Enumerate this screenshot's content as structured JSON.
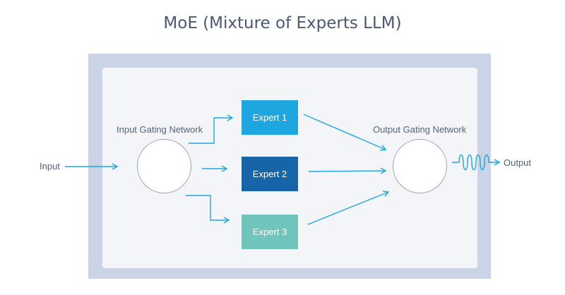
{
  "title": "MoE (Mixture of Experts LLM)",
  "labels": {
    "input": "Input",
    "input_gating": "Input Gating Network",
    "output_gating": "Output Gating Network",
    "output": "Output"
  },
  "experts": [
    {
      "label": "Expert 1",
      "color": "#1ea6e0"
    },
    {
      "label": "Expert 2",
      "color": "#1764a8"
    },
    {
      "label": "Expert 3",
      "color": "#6fc4bb"
    }
  ],
  "colors": {
    "arrow": "#1ea6e0",
    "frame": "#cbd4e7",
    "panel": "#f3f5f9",
    "text": "#56627d",
    "title": "#4a5878"
  }
}
